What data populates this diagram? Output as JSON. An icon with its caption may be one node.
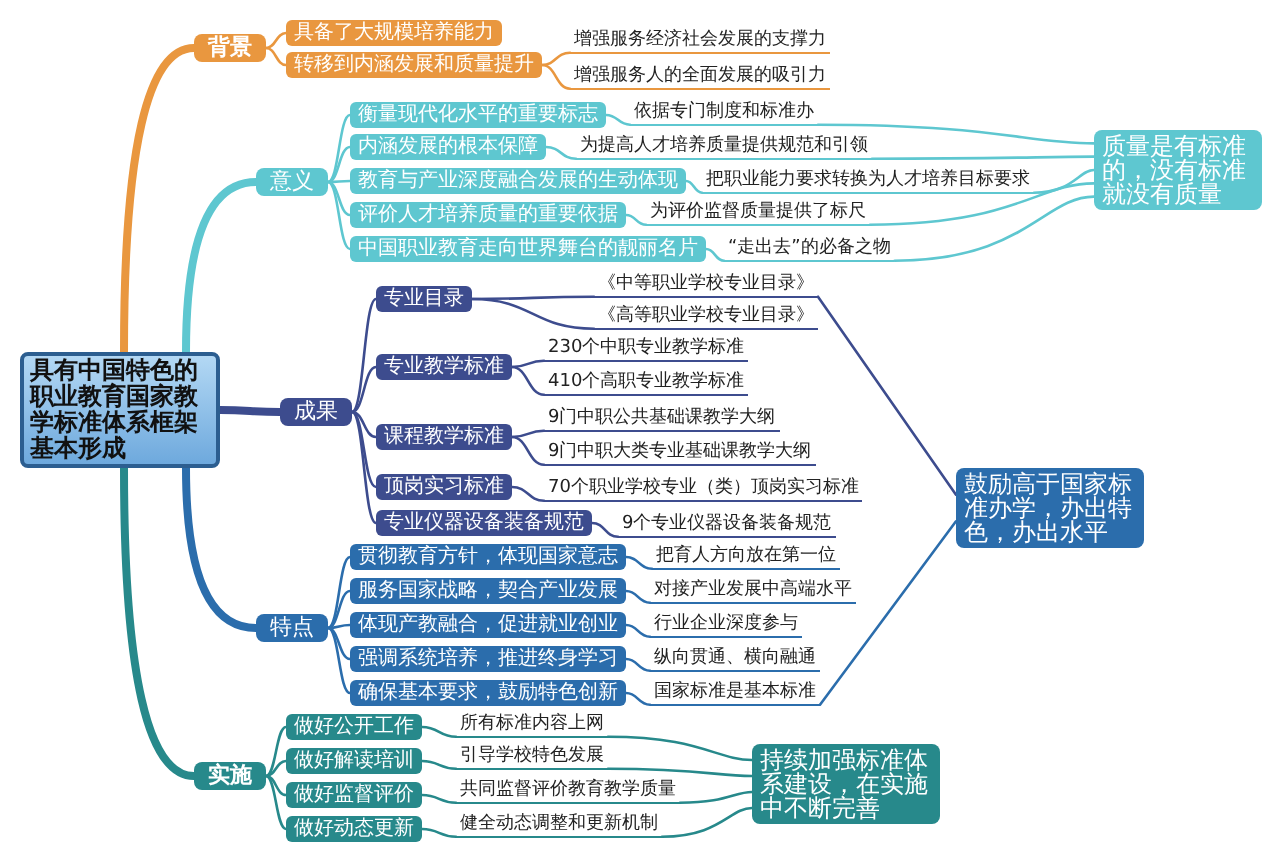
{
  "diagram": {
    "nodes": [
      {
        "text": [
          "具有中国特色的职业教育国家教学标准体系框架基本形成"
        ]
      },
      {
        "text": [
          "背景"
        ]
      },
      {
        "text": [
          "具备了大规模培养能力"
        ]
      },
      {
        "text": [
          "转移到内涵发展和质量提升"
        ]
      },
      {
        "text": [
          "增强服务经济社会发展的支撑力"
        ]
      },
      {
        "text": [
          "增强服务人的全面发展的吸引力"
        ]
      },
      {
        "text": [
          "意义"
        ]
      },
      {
        "text": [
          "衡量现代化水平的重要标志"
        ]
      },
      {
        "text": [
          "依据专门制度和标准办"
        ]
      },
      {
        "text": [
          "内涵发展的根本保障"
        ]
      },
      {
        "text": [
          "为提高人才培养质量提供规范和引领"
        ]
      },
      {
        "text": [
          "教育与产业深度融合发展的生动体现"
        ]
      },
      {
        "text": [
          "把职业能力要求转换为人才培养目标要求"
        ]
      },
      {
        "text": [
          "评价人才培养质量的重要依据"
        ]
      },
      {
        "text": [
          "为评价监督质量提供了标尺"
        ]
      },
      {
        "text": [
          "中国职业教育走向世界舞台的靓丽名片"
        ]
      },
      {
        "text": [
          "“走出去”的必备之物"
        ]
      },
      {
        "text": [
          "质量是有标准的，没有标准就没有质量"
        ]
      },
      {
        "text": [
          "成果"
        ]
      },
      {
        "text": [
          "专业目录"
        ]
      },
      {
        "text": [
          "《中等职业学校专业目录》"
        ]
      },
      {
        "text": [
          "《高等职业学校专业目录》"
        ]
      },
      {
        "text": [
          "专业教学标准"
        ]
      },
      {
        "text": [
          "230个中职专业教学标准"
        ]
      },
      {
        "text": [
          "410个高职专业教学标准"
        ]
      },
      {
        "text": [
          "课程教学标准"
        ]
      },
      {
        "text": [
          "9门中职公共基础课教学大纲"
        ]
      },
      {
        "text": [
          "9门中职大类专业基础课教学大纲"
        ]
      },
      {
        "text": [
          "顶岗实习标准"
        ]
      },
      {
        "text": [
          "70个职业学校专业（类）顶岗实习标准"
        ]
      },
      {
        "text": [
          "专业仪器设备装备规范"
        ]
      },
      {
        "text": [
          "9个专业仪器设备装备规范"
        ]
      },
      {
        "text": [
          "特点"
        ]
      },
      {
        "text": [
          "贯彻教育方针，体现国家意志"
        ]
      },
      {
        "text": [
          "把育人方向放在第一位"
        ]
      },
      {
        "text": [
          "服务国家战略，契合产业发展"
        ]
      },
      {
        "text": [
          "对接产业发展中高端水平"
        ]
      },
      {
        "text": [
          "体现产教融合，促进就业创业"
        ]
      },
      {
        "text": [
          "行业企业深度参与"
        ]
      },
      {
        "text": [
          "强调系统培养，推进终身学习"
        ]
      },
      {
        "text": [
          "纵向贯通、横向融通"
        ]
      },
      {
        "text": [
          "确保基本要求，鼓励特色创新"
        ]
      },
      {
        "text": [
          "国家标准是基本标准"
        ]
      },
      {
        "text": [
          "鼓励高于国家标准办学，办出特色，办出水平"
        ]
      },
      {
        "text": [
          "实施"
        ]
      },
      {
        "text": [
          "做好公开工作"
        ]
      },
      {
        "text": [
          "所有标准内容上网"
        ]
      },
      {
        "text": [
          "做好解读培训"
        ]
      },
      {
        "text": [
          "引导学校特色发展"
        ]
      },
      {
        "text": [
          "做好监督评价"
        ]
      },
      {
        "text": [
          "共同监督评价教育教学质量"
        ]
      },
      {
        "text": [
          "做好动态更新"
        ]
      },
      {
        "text": [
          "健全动态调整和更新机制"
        ]
      },
      {
        "text": [
          "持续加强标准体系建设，在实施中不断完善"
        ]
      }
    ],
    "edges": [
      {
        "from": 0,
        "to": 1,
        "arrow": "none",
        "style": "thick",
        "color": "#e9973f"
      },
      {
        "from": 0,
        "to": 6,
        "arrow": "none",
        "style": "thick",
        "color": "#5ec7d0"
      },
      {
        "from": 0,
        "to": 18,
        "arrow": "none",
        "style": "thick",
        "color": "#3d4c8e"
      },
      {
        "from": 0,
        "to": 32,
        "arrow": "none",
        "style": "thick",
        "color": "#2b6dac"
      },
      {
        "from": 0,
        "to": 44,
        "arrow": "none",
        "style": "thick",
        "color": "#27898b"
      },
      {
        "from": 1,
        "to": 2,
        "arrow": "none",
        "color": "#e9973f"
      },
      {
        "from": 1,
        "to": 3,
        "arrow": "none",
        "color": "#e9973f"
      },
      {
        "from": 3,
        "to": 4,
        "arrow": "none",
        "color": "#e9973f"
      },
      {
        "from": 3,
        "to": 5,
        "arrow": "none",
        "color": "#e9973f"
      },
      {
        "from": 6,
        "to": 7,
        "arrow": "none",
        "color": "#5ec7d0"
      },
      {
        "from": 6,
        "to": 9,
        "arrow": "none",
        "color": "#5ec7d0"
      },
      {
        "from": 6,
        "to": 11,
        "arrow": "none",
        "color": "#5ec7d0"
      },
      {
        "from": 6,
        "to": 13,
        "arrow": "none",
        "color": "#5ec7d0"
      },
      {
        "from": 6,
        "to": 15,
        "arrow": "none",
        "color": "#5ec7d0"
      },
      {
        "from": 7,
        "to": 8,
        "arrow": "none",
        "color": "#5ec7d0"
      },
      {
        "from": 9,
        "to": 10,
        "arrow": "none",
        "color": "#5ec7d0"
      },
      {
        "from": 11,
        "to": 12,
        "arrow": "none",
        "color": "#5ec7d0"
      },
      {
        "from": 13,
        "to": 14,
        "arrow": "none",
        "color": "#5ec7d0"
      },
      {
        "from": 15,
        "to": 16,
        "arrow": "none",
        "color": "#5ec7d0"
      },
      {
        "from": 8,
        "to": 17,
        "arrow": "none",
        "color": "#5ec7d0"
      },
      {
        "from": 10,
        "to": 17,
        "arrow": "none",
        "color": "#5ec7d0"
      },
      {
        "from": 12,
        "to": 17,
        "arrow": "none",
        "color": "#5ec7d0"
      },
      {
        "from": 14,
        "to": 17,
        "arrow": "none",
        "color": "#5ec7d0"
      },
      {
        "from": 16,
        "to": 17,
        "arrow": "none",
        "color": "#5ec7d0"
      },
      {
        "from": 18,
        "to": 19,
        "arrow": "none",
        "color": "#3d4c8e"
      },
      {
        "from": 18,
        "to": 22,
        "arrow": "none",
        "color": "#3d4c8e"
      },
      {
        "from": 18,
        "to": 25,
        "arrow": "none",
        "color": "#3d4c8e"
      },
      {
        "from": 18,
        "to": 28,
        "arrow": "none",
        "color": "#3d4c8e"
      },
      {
        "from": 18,
        "to": 30,
        "arrow": "none",
        "color": "#3d4c8e"
      },
      {
        "from": 19,
        "to": 20,
        "arrow": "none",
        "color": "#3d4c8e"
      },
      {
        "from": 19,
        "to": 21,
        "arrow": "none",
        "color": "#3d4c8e"
      },
      {
        "from": 22,
        "to": 23,
        "arrow": "none",
        "color": "#3d4c8e"
      },
      {
        "from": 22,
        "to": 24,
        "arrow": "none",
        "color": "#3d4c8e"
      },
      {
        "from": 25,
        "to": 26,
        "arrow": "none",
        "color": "#3d4c8e"
      },
      {
        "from": 25,
        "to": 27,
        "arrow": "none",
        "color": "#3d4c8e"
      },
      {
        "from": 28,
        "to": 29,
        "arrow": "none",
        "color": "#3d4c8e"
      },
      {
        "from": 30,
        "to": 31,
        "arrow": "none",
        "color": "#3d4c8e"
      },
      {
        "from": 20,
        "to": 43,
        "arrow": "none",
        "color": "#3d4c8e"
      },
      {
        "from": 32,
        "to": 33,
        "arrow": "none",
        "color": "#2b6dac"
      },
      {
        "from": 32,
        "to": 35,
        "arrow": "none",
        "color": "#2b6dac"
      },
      {
        "from": 32,
        "to": 37,
        "arrow": "none",
        "color": "#2b6dac"
      },
      {
        "from": 32,
        "to": 39,
        "arrow": "none",
        "color": "#2b6dac"
      },
      {
        "from": 32,
        "to": 41,
        "arrow": "none",
        "color": "#2b6dac"
      },
      {
        "from": 33,
        "to": 34,
        "arrow": "none",
        "color": "#2b6dac"
      },
      {
        "from": 35,
        "to": 36,
        "arrow": "none",
        "color": "#2b6dac"
      },
      {
        "from": 37,
        "to": 38,
        "arrow": "none",
        "color": "#2b6dac"
      },
      {
        "from": 39,
        "to": 40,
        "arrow": "none",
        "color": "#2b6dac"
      },
      {
        "from": 41,
        "to": 42,
        "arrow": "none",
        "color": "#2b6dac"
      },
      {
        "from": 42,
        "to": 43,
        "arrow": "none",
        "color": "#2b6dac"
      },
      {
        "from": 44,
        "to": 45,
        "arrow": "none",
        "color": "#27898b"
      },
      {
        "from": 44,
        "to": 47,
        "arrow": "none",
        "color": "#27898b"
      },
      {
        "from": 44,
        "to": 49,
        "arrow": "none",
        "color": "#27898b"
      },
      {
        "from": 44,
        "to": 51,
        "arrow": "none",
        "color": "#27898b"
      },
      {
        "from": 45,
        "to": 46,
        "arrow": "none",
        "color": "#27898b"
      },
      {
        "from": 47,
        "to": 48,
        "arrow": "none",
        "color": "#27898b"
      },
      {
        "from": 49,
        "to": 50,
        "arrow": "none",
        "color": "#27898b"
      },
      {
        "from": 51,
        "to": 52,
        "arrow": "none",
        "color": "#27898b"
      },
      {
        "from": 46,
        "to": 53,
        "arrow": "none",
        "color": "#27898b"
      },
      {
        "from": 48,
        "to": 53,
        "arrow": "none",
        "color": "#27898b"
      },
      {
        "from": 50,
        "to": 53,
        "arrow": "none",
        "color": "#27898b"
      },
      {
        "from": 52,
        "to": 53,
        "arrow": "none",
        "color": "#27898b"
      }
    ]
  }
}
